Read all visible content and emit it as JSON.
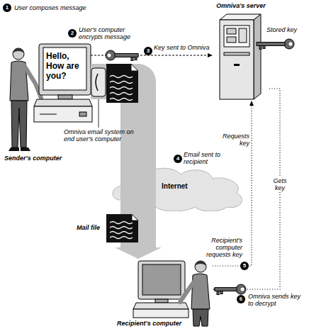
{
  "diagram": {
    "nodes": [
      {
        "text": [
          "Sender's computer"
        ]
      },
      {
        "text": [
          "Omniva's server"
        ]
      },
      {
        "text": [
          "Internet"
        ]
      },
      {
        "text": [
          "Mail file"
        ]
      },
      {
        "text": [
          "Recipient's computer"
        ]
      }
    ],
    "edges": [
      {
        "from": 0,
        "to": 1,
        "label": "Key sent to Omniva",
        "arrow": "to"
      },
      {
        "from": 0,
        "to": 2,
        "label": "Email sent to recipient",
        "arrow": "none"
      },
      {
        "from": 2,
        "to": 3,
        "arrow": "none"
      },
      {
        "from": 3,
        "to": 4,
        "arrow": "to"
      },
      {
        "from": 4,
        "to": 1,
        "label": "Requests key",
        "arrow": "to"
      },
      {
        "from": 1,
        "to": 4,
        "label": "Gets key",
        "arrow": "to"
      }
    ],
    "labels": [
      "1",
      "User composes message",
      "Hello, How are you?",
      "2",
      "User's computer encrypts message",
      "Omniva email system on end user's computer",
      "3",
      "Stored key",
      "4",
      "Recipient's computer requests key",
      "5",
      "6",
      "Omniva sends key to decrypt"
    ]
  }
}
